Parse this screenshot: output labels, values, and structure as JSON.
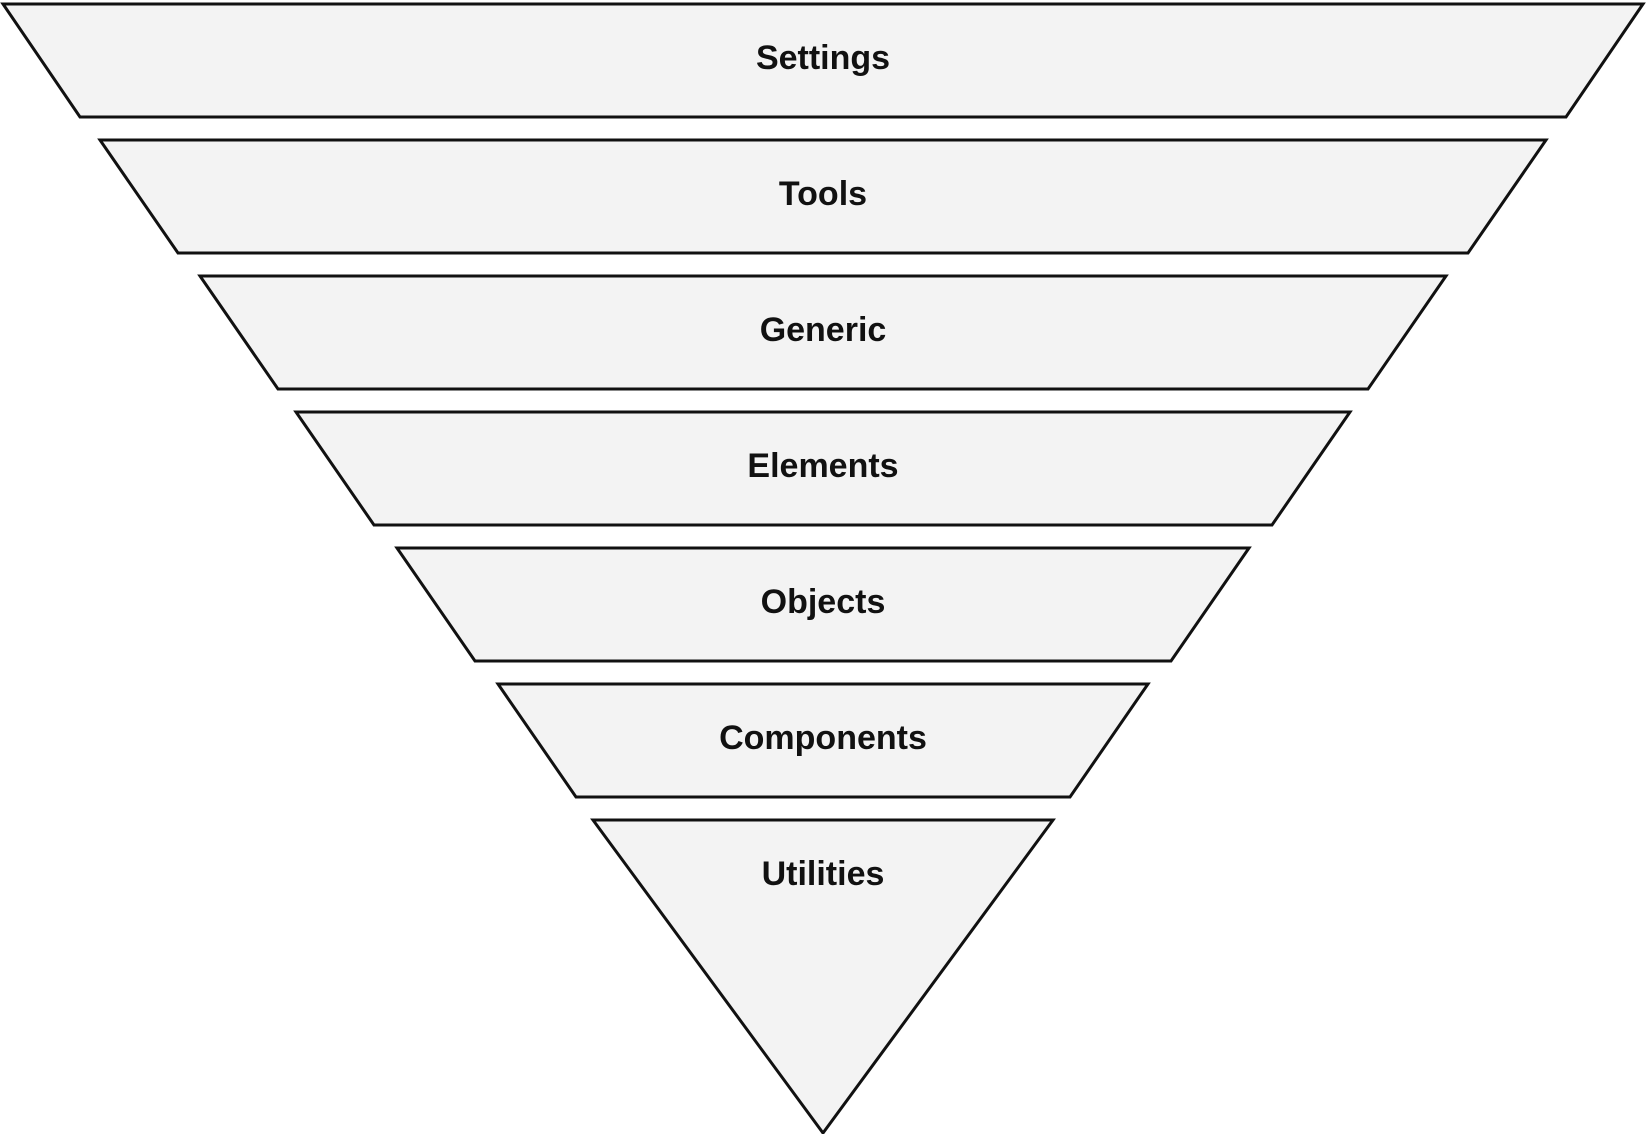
{
  "diagram": {
    "type": "inverted-pyramid",
    "layers": [
      {
        "label": "Settings"
      },
      {
        "label": "Tools"
      },
      {
        "label": "Generic"
      },
      {
        "label": "Elements"
      },
      {
        "label": "Objects"
      },
      {
        "label": "Components"
      },
      {
        "label": "Utilities"
      }
    ],
    "colors": {
      "fill": "#f3f3f3",
      "stroke": "#111111",
      "text": "#111111",
      "background": "#ffffff"
    }
  }
}
